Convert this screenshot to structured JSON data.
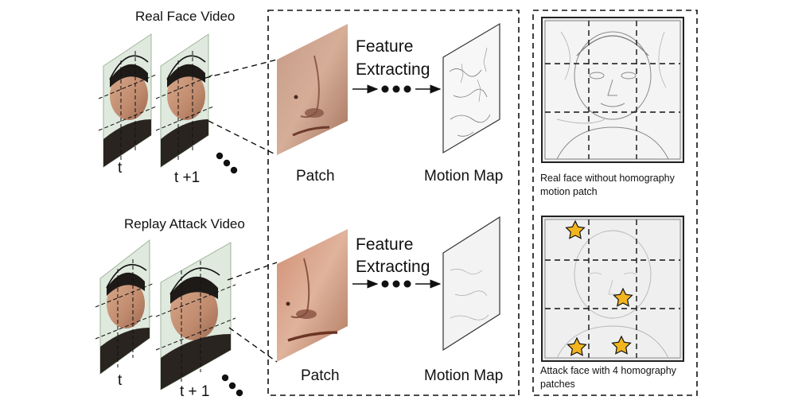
{
  "real": {
    "title": "Real Face Video",
    "frame_t": "t",
    "frame_t1": "t +1",
    "patch_label": "Patch",
    "feature_line1": "Feature",
    "feature_line2": "Extracting",
    "motion_map_label": "Motion Map"
  },
  "attack": {
    "title": "Replay Attack Video",
    "frame_t": "t",
    "frame_t1": "t + 1",
    "patch_label": "Patch",
    "feature_line1": "Feature",
    "feature_line2": "Extracting",
    "motion_map_label": "Motion Map"
  },
  "right_panel": {
    "real_caption": "Real face without homography motion patch",
    "attack_caption": "Attack face with 4 homography patches"
  },
  "colors": {
    "star": "#f2b51d",
    "skin": "#c99478",
    "jacket": "#2a2420",
    "dashed": "#111111"
  }
}
